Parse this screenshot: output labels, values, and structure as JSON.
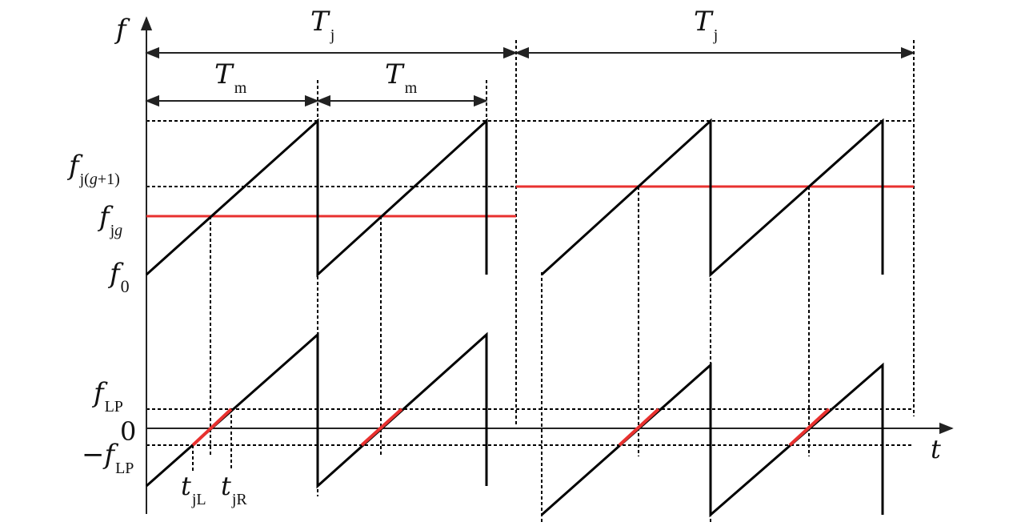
{
  "labels": {
    "f_axis": "f",
    "t_axis": "t",
    "Tj_1": {
      "main": "T",
      "sub": "j"
    },
    "Tj_2": {
      "main": "T",
      "sub": "j"
    },
    "Tm_1": {
      "main": "T",
      "sub": "m"
    },
    "Tm_2": {
      "main": "T",
      "sub": "m"
    },
    "f_jg1": {
      "main": "f",
      "sub_pre": "j(",
      "sub_g": "g",
      "sub_post": "+1)"
    },
    "f_jg": {
      "main": "f",
      "sub_pre": "j",
      "sub_g": "g"
    },
    "f_0": {
      "main": "f",
      "sub": "0"
    },
    "f_LP": {
      "main": "f",
      "sub": "LP"
    },
    "zero": "0",
    "neg_f_LP": {
      "minus": "−",
      "main": "f",
      "sub": "LP"
    },
    "t_jL": {
      "main": "t",
      "sub": "jL"
    },
    "t_jR": {
      "main": "t",
      "sub": "jR"
    }
  },
  "colors": {
    "ramp": "#000000",
    "highlight": "#e8312f",
    "axis": "#222222",
    "dashed": "#000000"
  }
}
